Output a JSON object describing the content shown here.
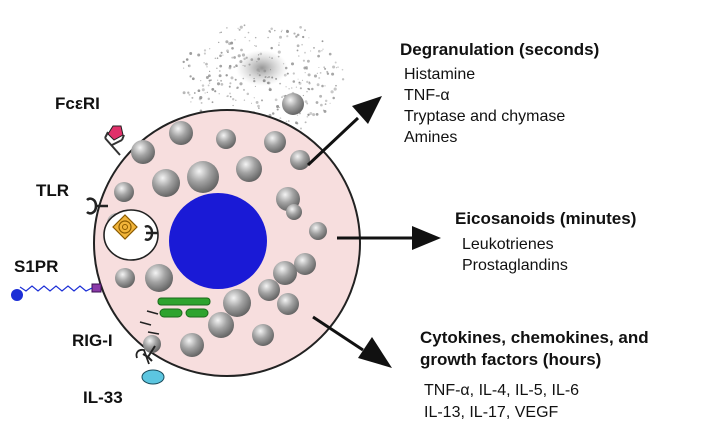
{
  "receptors": {
    "fceri": "FcεRI",
    "tlr": "TLR",
    "s1pr": "S1PR",
    "rigi": "RIG-I",
    "il33": "IL-33"
  },
  "outputs": [
    {
      "heading": "Degranulation (seconds)",
      "items": [
        "Histamine",
        "TNF-α",
        "Tryptase and chymase",
        "Amines"
      ]
    },
    {
      "heading": "Eicosanoids (minutes)",
      "items": [
        "Leukotrienes",
        "Prostaglandins"
      ]
    },
    {
      "heading_lines": [
        "Cytokines, chemokines, and",
        "growth factors (hours)"
      ],
      "items": [
        "TNF-α, IL-4, IL-5, IL-6",
        "IL-13, IL-17, VEGF"
      ]
    }
  ],
  "colors": {
    "cell": "#f7dede",
    "nucleus": "#1a1ad6",
    "granule": "#8c8c8c",
    "fceri_receptor": "#e0306a",
    "s1pr_receptor": "#8a3aa8",
    "s1p_ligand": "#1c2fd6",
    "il33_receptor": "#5cc6e0",
    "er": "#2ea32e",
    "golgi": "#e0a020"
  }
}
